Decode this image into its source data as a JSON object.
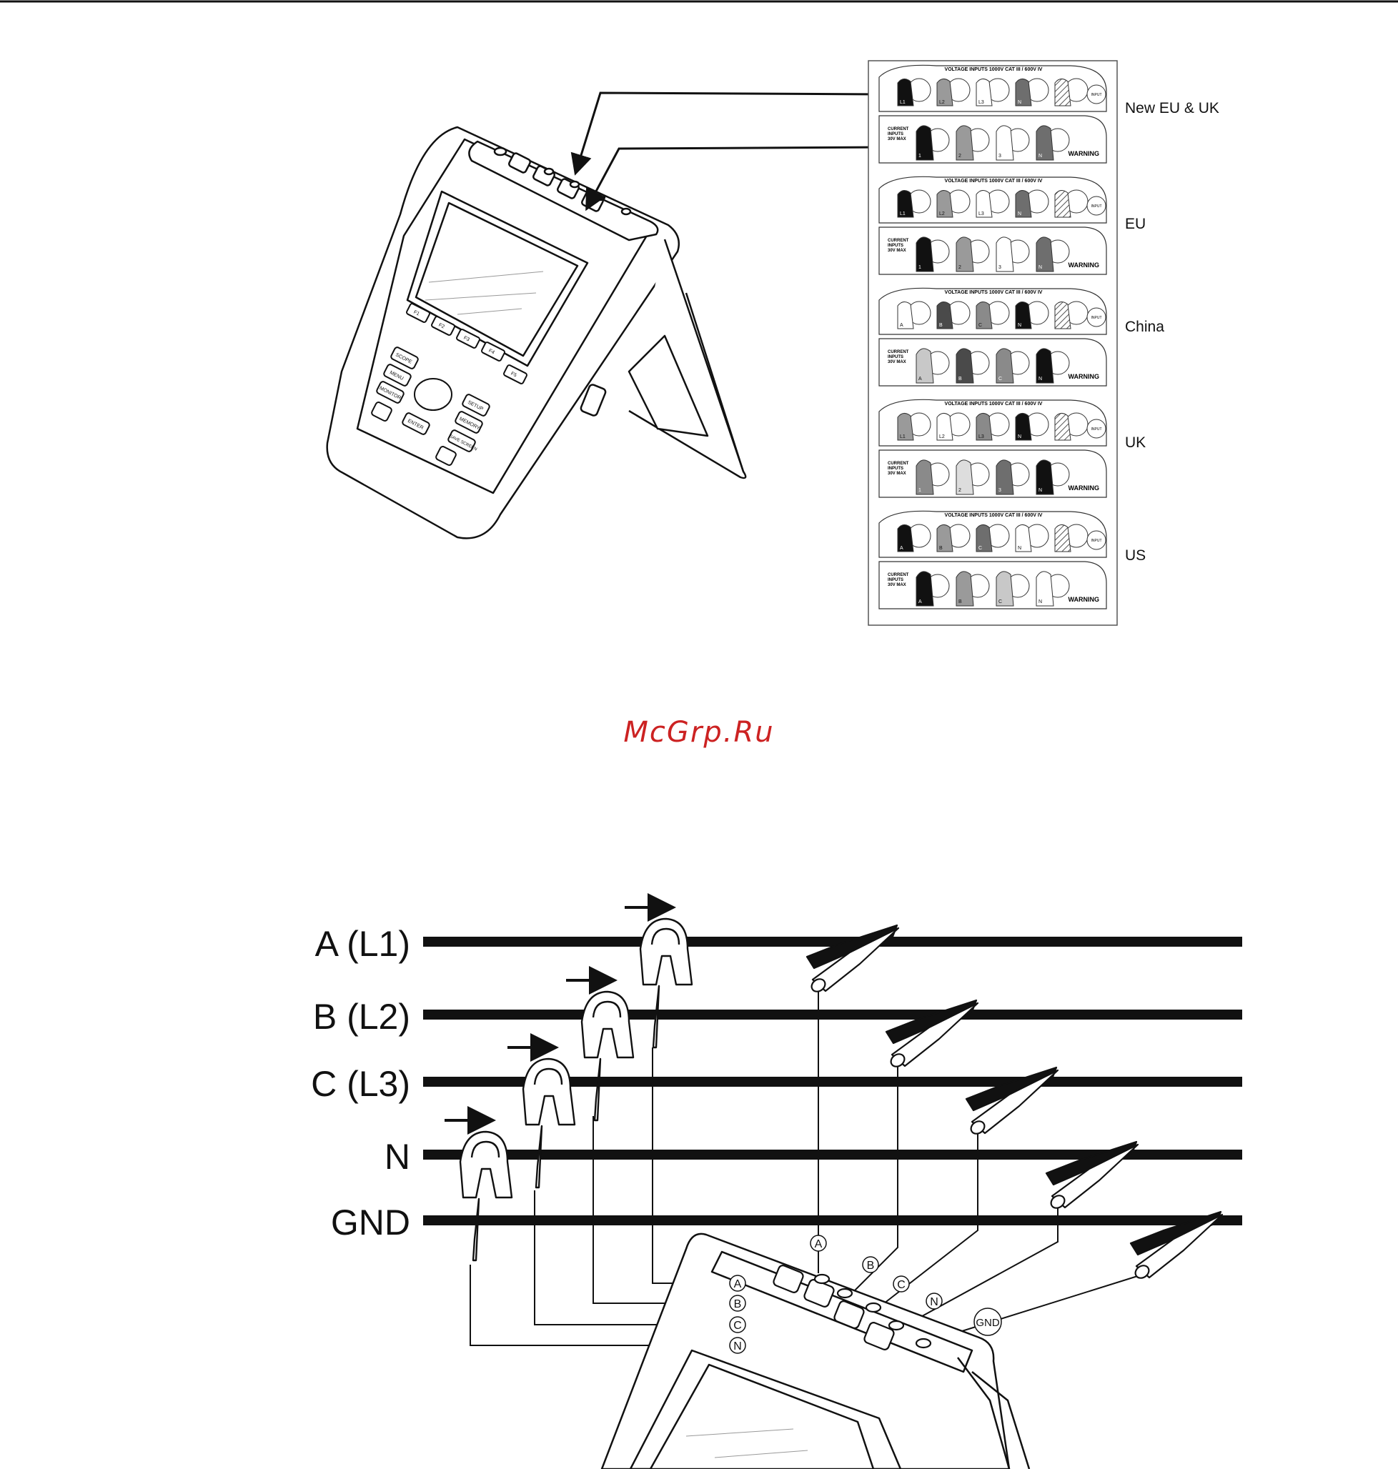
{
  "terminal_panel": {
    "voltage_header": "VOLTAGE INPUTS 1000V CAT III / 600V IV",
    "current_header": [
      "CURRENT",
      "INPUTS",
      "30V MAX"
    ],
    "warning": "WARNING",
    "input_badge": "INPUT"
  },
  "variants": [
    {
      "region": "New EU & UK",
      "voltage_terminals": [
        "L1",
        "L2",
        "L3",
        "N",
        ""
      ],
      "voltage_fill": [
        "#111111",
        "#9a9a9a",
        "#ffffff",
        "#6e6e6e",
        "hatch"
      ],
      "current_terminals": [
        "1",
        "2",
        "3",
        "N"
      ],
      "current_fill": [
        "#111111",
        "#9a9a9a",
        "#ffffff",
        "#6e6e6e"
      ]
    },
    {
      "region": "EU",
      "voltage_terminals": [
        "L1",
        "L2",
        "L3",
        "N",
        ""
      ],
      "voltage_fill": [
        "#111111",
        "#9a9a9a",
        "#ffffff",
        "#6e6e6e",
        "hatch"
      ],
      "current_terminals": [
        "1",
        "2",
        "3",
        "N"
      ],
      "current_fill": [
        "#111111",
        "#9a9a9a",
        "#ffffff",
        "#6e6e6e"
      ]
    },
    {
      "region": "China",
      "voltage_terminals": [
        "A",
        "B",
        "C",
        "N",
        ""
      ],
      "voltage_fill": [
        "#ffffff",
        "#4a4a4a",
        "#8a8a8a",
        "#111111",
        "hatch"
      ],
      "current_terminals": [
        "A",
        "B",
        "C",
        "N"
      ],
      "current_fill": [
        "#c8c8c8",
        "#4a4a4a",
        "#8a8a8a",
        "#111111"
      ]
    },
    {
      "region": "UK",
      "voltage_terminals": [
        "L1",
        "L2",
        "L3",
        "N",
        ""
      ],
      "voltage_fill": [
        "#9a9a9a",
        "#ffffff",
        "#8a8a8a",
        "#111111",
        "hatch"
      ],
      "current_terminals": [
        "1",
        "2",
        "3",
        "N"
      ],
      "current_fill": [
        "#8a8a8a",
        "#dddddd",
        "#6e6e6e",
        "#111111"
      ]
    },
    {
      "region": "US",
      "voltage_terminals": [
        "A",
        "B",
        "C",
        "N",
        ""
      ],
      "voltage_fill": [
        "#111111",
        "#9a9a9a",
        "#6e6e6e",
        "#ffffff",
        "hatch"
      ],
      "current_terminals": [
        "A",
        "B",
        "C",
        "N"
      ],
      "current_fill": [
        "#111111",
        "#9a9a9a",
        "#c8c8c8",
        "#ffffff"
      ]
    }
  ],
  "instrument_keys": {
    "function_keys": [
      "F1",
      "F2",
      "F3",
      "F4",
      "F5"
    ],
    "left_keys": [
      "SCOPE",
      "MENU",
      "MONITOR"
    ],
    "right_keys": [
      "SETUP",
      "MEMORY",
      "SAVE SCREEN"
    ],
    "enter": "ENTER"
  },
  "watermark": "McGrp.Ru",
  "lines": [
    {
      "label": "A (L1)"
    },
    {
      "label": "B (L2)"
    },
    {
      "label": "C (L3)"
    },
    {
      "label": "N"
    },
    {
      "label": "GND"
    }
  ],
  "current_tags": [
    "A",
    "B",
    "C",
    "N"
  ],
  "voltage_tags": [
    "A",
    "B",
    "C",
    "N",
    "GND"
  ]
}
